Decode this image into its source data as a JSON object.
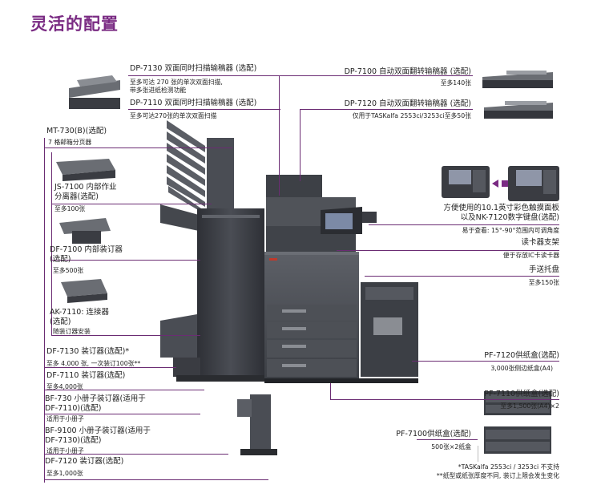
{
  "page": {
    "title": "灵活的配置"
  },
  "options": {
    "dp7130": {
      "name": "DP-7130 双面同时扫描输稿器 (选配)",
      "desc1": "至多可达 270 张的单次双面扫描,",
      "desc2": "带多张进纸检测功能"
    },
    "dp7110": {
      "name": "DP-7110 双面同时扫描输稿器 (选配)",
      "desc": "至多可达270张的单次双面扫描"
    },
    "dp7100": {
      "name": "DP-7100 自动双面翻转输稿器 (选配)",
      "desc": "至多140张"
    },
    "dp7120": {
      "name": "DP-7120 自动双面翻转输稿器 (选配)",
      "desc": "仅用于TASKalfa 2553ci/3253ci至多50张"
    },
    "mt730": {
      "name": "MT-730(B)(选配)",
      "desc": "7 格邮箱分页器"
    },
    "js7100": {
      "name1": "JS-7100 内部作业",
      "name2": "分离器(选配)",
      "desc": "至多100张"
    },
    "df7100": {
      "name1": "DF-7100 内部装订器",
      "name2": "(选配)",
      "desc": "至多500张"
    },
    "ak7110": {
      "name1": "AK-7110: 连接器",
      "name2": "(选配)",
      "desc": "随装订器安装"
    },
    "df7130": {
      "name": "DF-7130 装订器(选配)*",
      "desc": "至多 4,000 张, 一次装订100张**"
    },
    "df7110": {
      "name": "DF-7110 装订器(选配)",
      "desc": "至多4,000张"
    },
    "bf730": {
      "name1": "BF-730 小册子装订器(适用于",
      "name2": "DF-7110)(选配)",
      "desc": "适用于小册子"
    },
    "bf9100": {
      "name1": "BF-9100 小册子装订器(适用于",
      "name2": "DF-7130)(选配)",
      "desc": "适用于小册子"
    },
    "df7120": {
      "name": "DF-7120 装订器(选配)",
      "desc": "至多1,000张"
    },
    "panel": {
      "name1": "方便使用的10.1英寸彩色触摸面板",
      "name2": "以及NK-7120数字键盘(选配)",
      "desc": "易于查看: 15°-90°范围内可调角度"
    },
    "card": {
      "name": "读卡器支架",
      "desc": "便于存放IC卡读卡器"
    },
    "bypass": {
      "name": "手送托盘",
      "desc": "至多150张"
    },
    "pf7120": {
      "name": "PF-7120供纸盒(选配)",
      "desc": "3,000张侧边纸盒(A4)"
    },
    "pf7110": {
      "name": "PF-7110供纸盒(选配)",
      "desc": "至多1,500张(A4)×2"
    },
    "pf7100": {
      "name": "PF-7100供纸盒(选配)",
      "desc": "500张×2纸盒"
    }
  },
  "notes": {
    "n1": "*TASKalfa 2553ci / 3253ci 不支持",
    "n2": "**纸型或纸张厚度不同, 装订上限会发生变化"
  },
  "colors": {
    "accent": "#7a2b83",
    "line": "#6b2c73",
    "device_dark": "#3f4249",
    "device_mid": "#55585f",
    "device_light": "#777a80"
  }
}
